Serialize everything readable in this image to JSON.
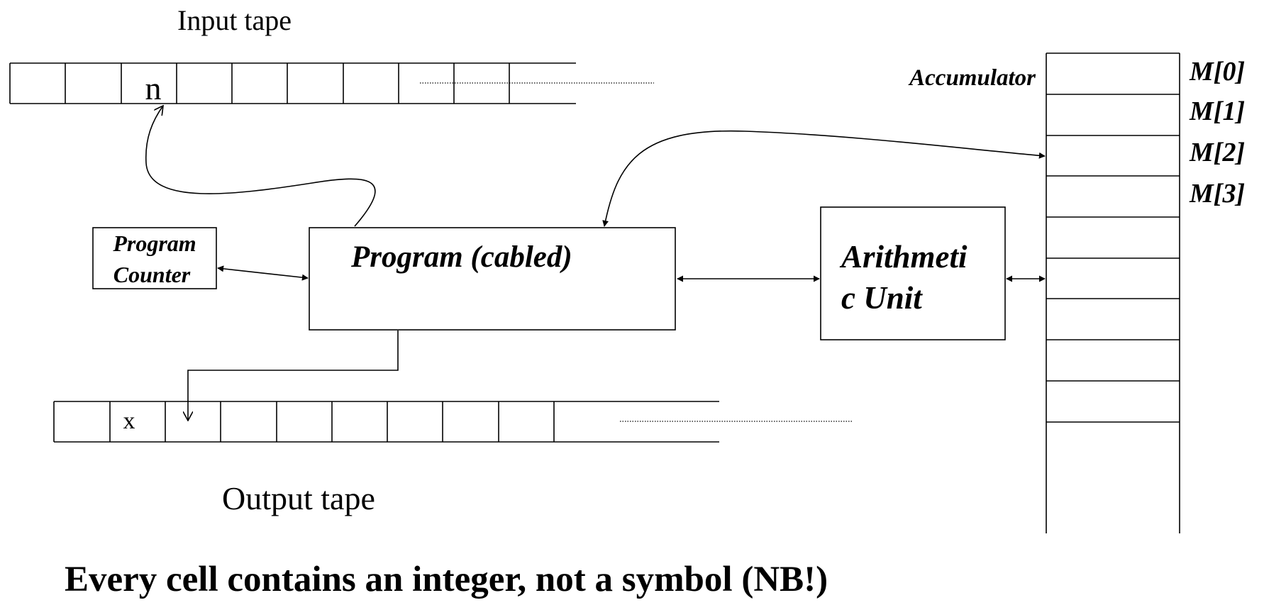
{
  "input_tape": {
    "label": "Input tape",
    "marked_symbol": "n"
  },
  "output_tape": {
    "label": "Output tape",
    "marked_symbol": "x"
  },
  "memory": {
    "accumulator_label": "Accumulator",
    "cells": [
      "M[0]",
      "M[1]",
      "M[2]",
      "M[3]"
    ]
  },
  "program_counter": {
    "line1": "Program",
    "line2": "Counter"
  },
  "program": {
    "label": "Program (cabled)"
  },
  "arithmetic_unit": {
    "line1": "Arithmeti",
    "line2": "c Unit"
  },
  "footer": {
    "note": "Every cell contains an integer, not a symbol (NB!)"
  }
}
